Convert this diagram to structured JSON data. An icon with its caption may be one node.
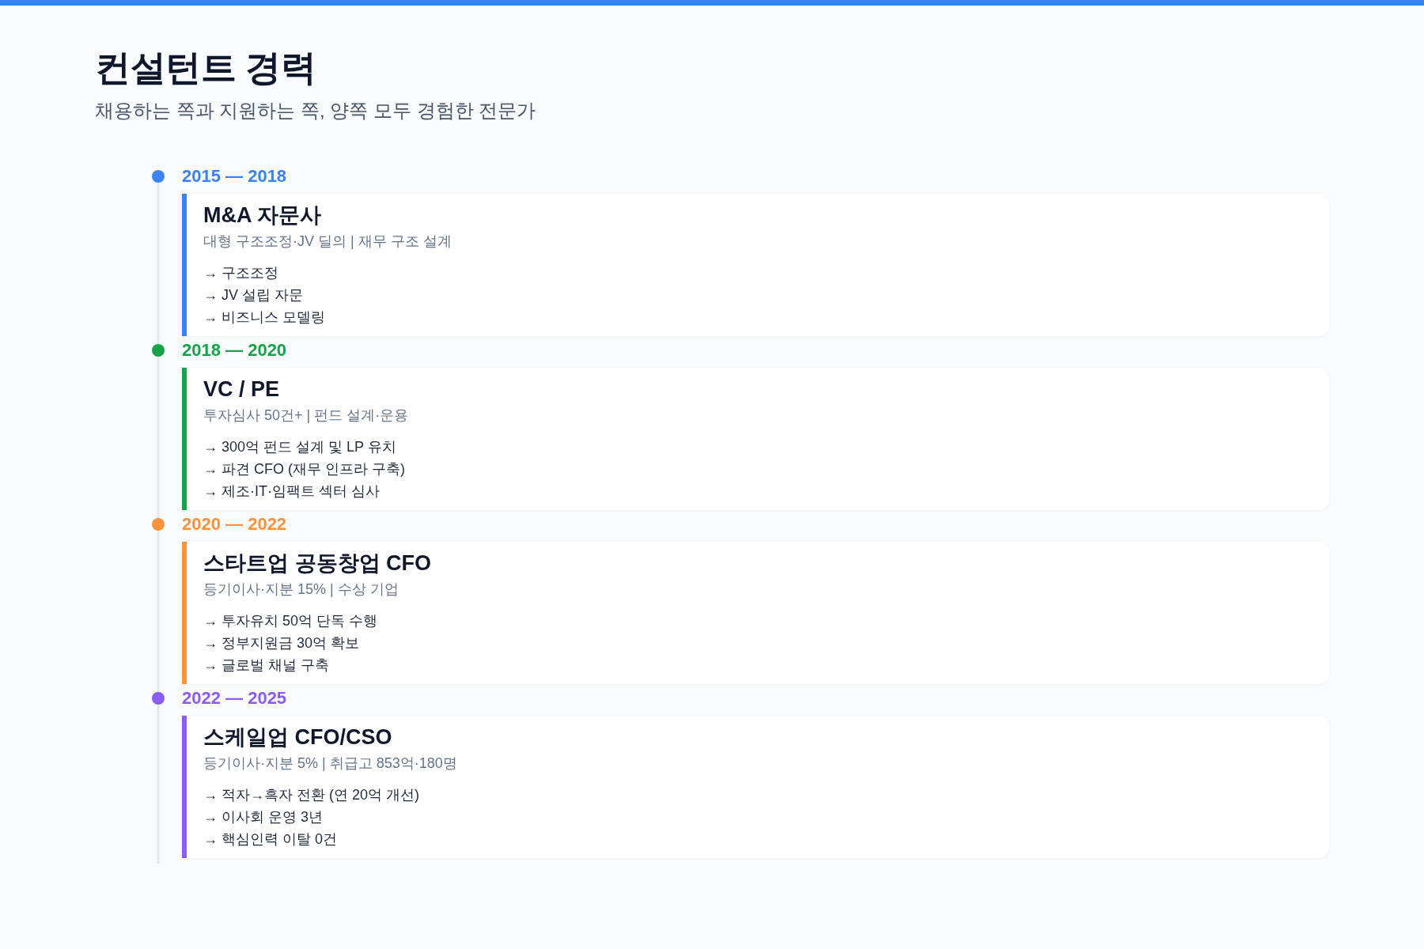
{
  "diagram": {
    "title": "컨설턴트 경력",
    "nodes": [
      {
        "text": [],
        "shape": "circle"
      },
      {
        "text": [
          "M&A 자문사",
          "대형 구조조정·JV 딜의 | 재무 구조 설계",
          "→ 구조조정",
          "→ JV 설립 자문",
          "→ 비즈니스 모델링"
        ],
        "beside": [
          "2015 — 2018"
        ]
      },
      {
        "text": [],
        "shape": "circle"
      },
      {
        "text": [
          "VC / PE",
          "투자심사 50건+ | 펀드 설계·운용",
          "→ 300억 펀드 설계 및 LP 유치",
          "→ 파견 CFO (재무 인프라 구축)",
          "→ 제조·IT·임팩트 섹터 심사"
        ],
        "beside": [
          "2018 — 2020"
        ]
      },
      {
        "text": [],
        "shape": "circle"
      },
      {
        "text": [
          "스타트업 공동창업 CFO",
          "등기이사·지분 15% | 수상 기업",
          "→ 투자유치 50억 단독 수행",
          "→ 정부지원금 30억 확보",
          "→ 글로벌 채널 구축"
        ],
        "beside": [
          "2020 — 2022"
        ]
      },
      {
        "text": [],
        "shape": "circle"
      },
      {
        "text": [
          "스케일업 CFO/CSO",
          "등기이사·지분 5% | 취급고 853억·180명",
          "→ 적자→흑자 전환 (연 20억 개선)",
          "→ 이사회 운영 3년",
          "→ 핵심인력 이탈 0건"
        ],
        "beside": [
          "2022 — 2025"
        ]
      }
    ],
    "edges": [
      {
        "from": 0,
        "to": 2,
        "arrow": "none"
      },
      {
        "from": 2,
        "to": 4,
        "arrow": "none"
      },
      {
        "from": 4,
        "to": 6,
        "arrow": "none"
      },
      {
        "from": 6,
        "to": null,
        "arrow": "none"
      }
    ],
    "labels": [
      "채용하는 쪽과 지원하는 쪽, 양쪽 모두 경험한 전문가"
    ]
  }
}
